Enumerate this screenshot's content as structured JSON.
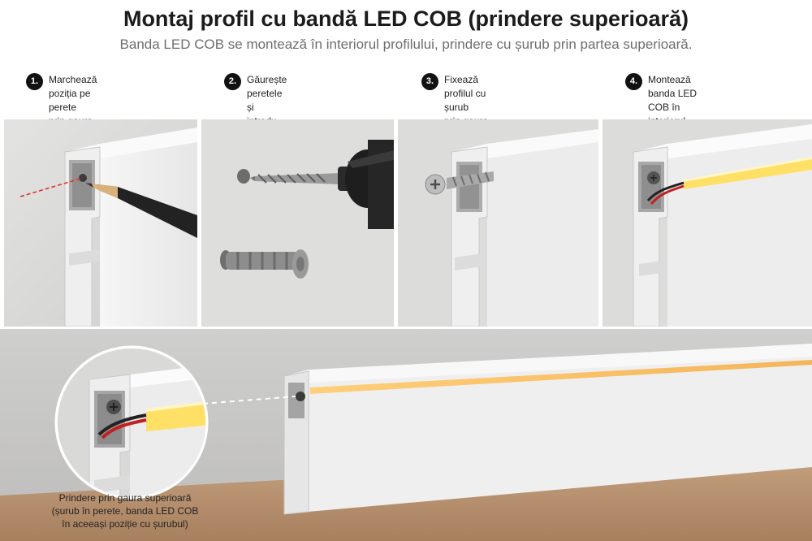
{
  "header": {
    "title": "Montaj profil cu bandă LED COB (prindere superioară)",
    "subtitle": "Banda LED COB se montează în interiorul profilului, prindere cu șurub prin partea superioară."
  },
  "steps": [
    {
      "number": "1.",
      "text": "Marchează poziția pe perete\nprin gaura din profil."
    },
    {
      "number": "2.",
      "text": "Găurește peretele și\nintrodu diblul."
    },
    {
      "number": "3.",
      "text": "Fixează profilul cu șurub\nprin gaura din partea superioară."
    },
    {
      "number": "4.",
      "text": "Montează banda LED COB în\ninteriorul profilului și conectează\nalimentarea."
    }
  ],
  "detail": {
    "caption": "Prindere prin gaura superioară\n(șurub în perete, banda LED COB\nîn aceeași poziție cu șurubul)"
  },
  "colors": {
    "wall": "#dcdcdb",
    "profile": "#f1f1f1",
    "led": "#ffe066",
    "marker_line": "#e2322c",
    "floor": "#b58f6c"
  }
}
